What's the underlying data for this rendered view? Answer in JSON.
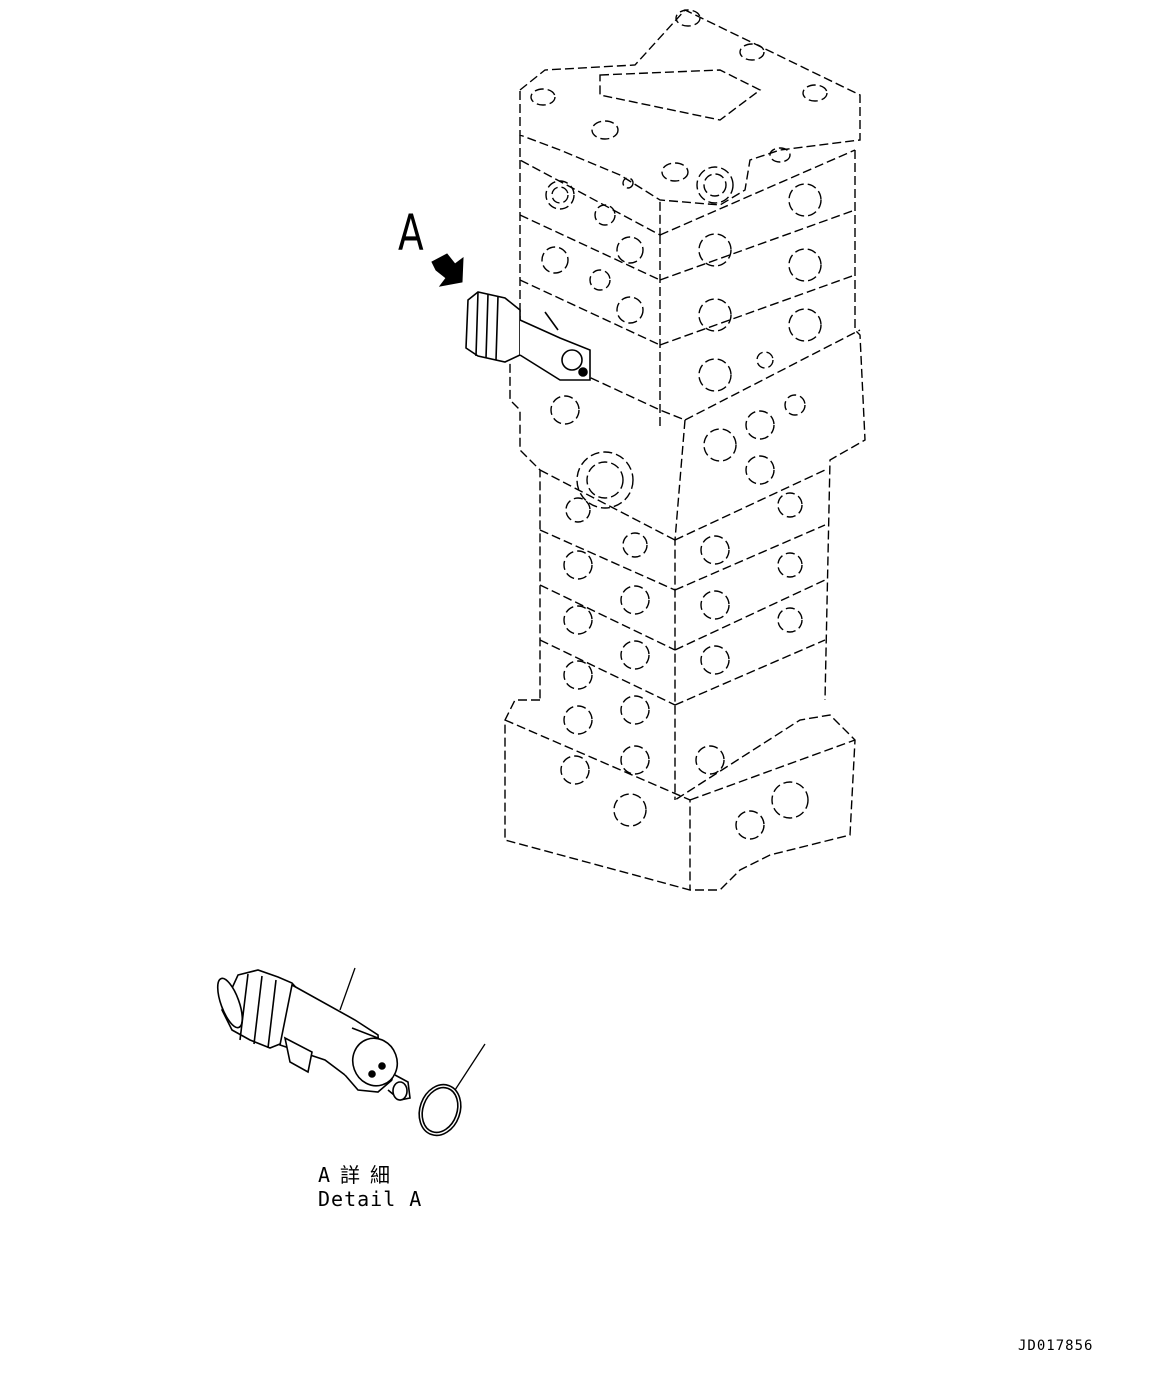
{
  "callout": {
    "letter": "A"
  },
  "detail": {
    "caption_jp": "A詳細",
    "caption_en": "Detail A"
  },
  "drawing_id": "JD017856",
  "colors": {
    "line": "#000000",
    "background": "#ffffff"
  },
  "parts": [
    {
      "name": "control-valve-assembly"
    },
    {
      "name": "valve-cartridge"
    },
    {
      "name": "o-ring"
    }
  ]
}
